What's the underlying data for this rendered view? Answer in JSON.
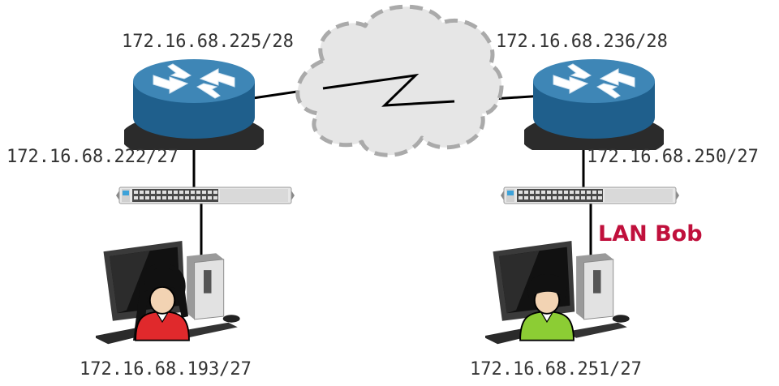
{
  "labels": {
    "router_left_wan_ip": "172.16.68.225/28",
    "router_right_wan_ip": "172.16.68.236/28",
    "router_left_lan_ip": "172.16.68.222/27",
    "router_right_lan_ip": "172.16.68.250/27",
    "host_left_ip": "172.16.68.193/27",
    "host_right_ip": "172.16.68.251/27",
    "lan_name": "LAN Bob"
  },
  "colors": {
    "lan_label": "#c0103c",
    "router_body": "#1f5f8c",
    "router_top": "#3e86b6",
    "cloud_fill": "#e6e6e6",
    "cloud_stroke": "#aaaaaa",
    "host_left_shirt": "#e0292c",
    "host_right_shirt": "#8ccd34"
  },
  "icons": {
    "wan": "cloud-icon",
    "router": "router-icon",
    "switch": "switch-icon",
    "host": "workstation-user-icon"
  }
}
